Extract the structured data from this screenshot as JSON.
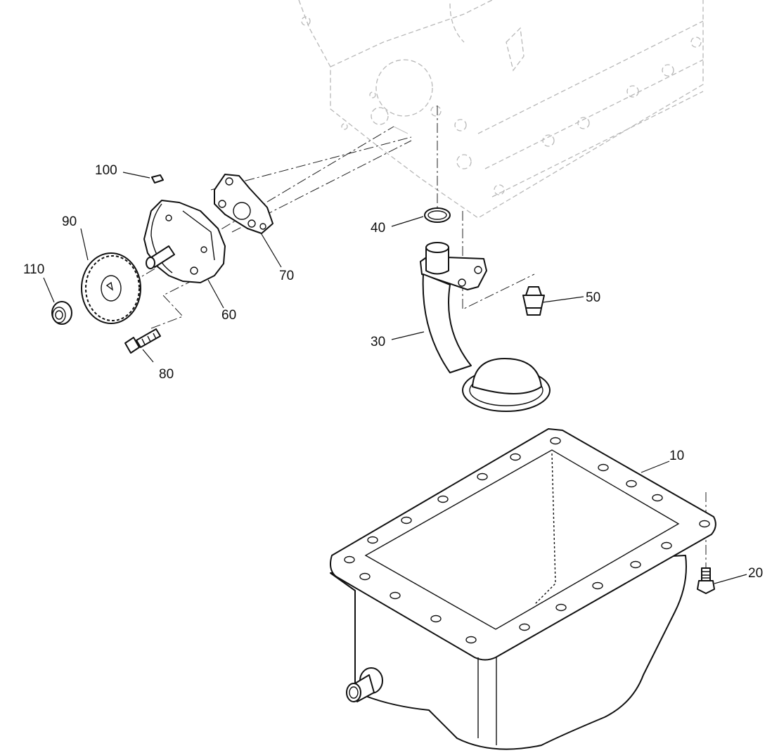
{
  "diagram": {
    "callouts": [
      {
        "id": "10",
        "text": "10"
      },
      {
        "id": "20",
        "text": "20"
      },
      {
        "id": "30",
        "text": "30"
      },
      {
        "id": "40",
        "text": "40"
      },
      {
        "id": "50",
        "text": "50"
      },
      {
        "id": "60",
        "text": "60"
      },
      {
        "id": "70",
        "text": "70"
      },
      {
        "id": "80",
        "text": "80"
      },
      {
        "id": "90",
        "text": "90"
      },
      {
        "id": "100",
        "text": "100"
      },
      {
        "id": "110",
        "text": "110"
      }
    ]
  }
}
